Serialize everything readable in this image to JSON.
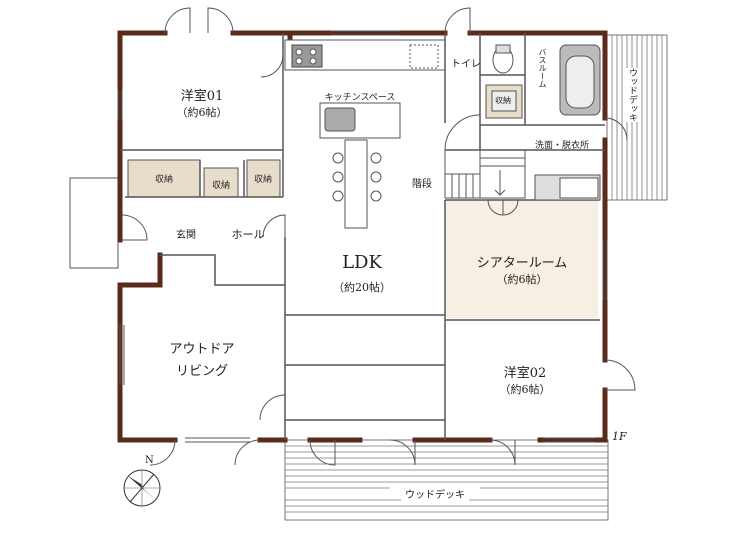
{
  "floor": "1F",
  "rooms": {
    "western1": {
      "name": "洋室01",
      "size": "（約6帖）"
    },
    "storage_a": "収納",
    "storage_b": "収納",
    "storage_c": "収納",
    "storage_d": "収納",
    "entrance": "玄関",
    "hall": "ホール",
    "outdoor_living_1": "アウトドア",
    "outdoor_living_2": "リビング",
    "kitchen": "キッチンスペース",
    "ldk": {
      "name": "LDK",
      "size": "（約20帖）"
    },
    "stairs": "階段",
    "toilet": "トイレ",
    "bathroom": "バスルーム",
    "washroom": "洗面・脱衣所",
    "theater": {
      "name": "シアタールーム",
      "size": "（約6帖）"
    },
    "western2": {
      "name": "洋室02",
      "size": "（約6帖）"
    },
    "deck_bottom": "ウッドデッキ",
    "deck_right": "ウッドデッキ"
  },
  "compass": {
    "north": "N"
  },
  "colors": {
    "wall": "#5a2a1c",
    "storage": "#e8dccb",
    "theater": "#f7efe3",
    "line": "#555555"
  }
}
